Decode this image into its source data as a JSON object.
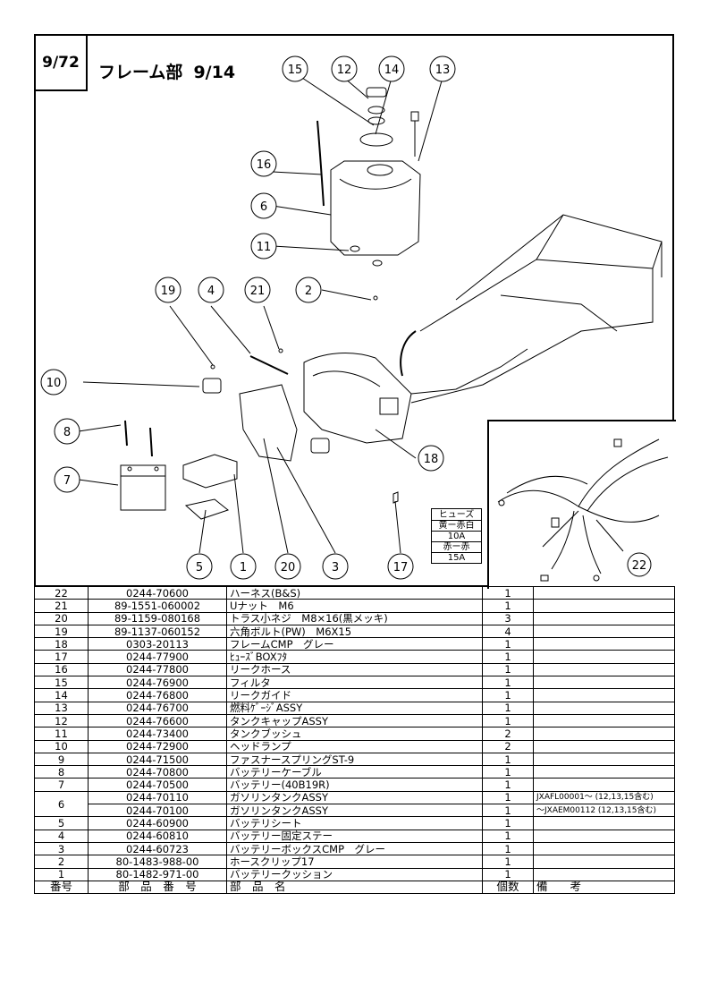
{
  "header": {
    "page": "9/72",
    "title": "フレーム部",
    "subtitle": "9/14"
  },
  "callouts": [
    "15",
    "12",
    "14",
    "13",
    "16",
    "6",
    "11",
    "19",
    "4",
    "21",
    "2",
    "10",
    "8",
    "7",
    "18",
    "5",
    "1",
    "20",
    "3",
    "17",
    "22"
  ],
  "fuse": {
    "heading": "ヒューズ",
    "rows": [
      "黄ー赤白",
      "10A",
      "赤ー赤",
      "15A"
    ]
  },
  "table": {
    "headers": {
      "no": "番号",
      "part_no": "部　品　番　号",
      "name": "部　品　名",
      "qty": "個数",
      "remarks": "備　　考"
    },
    "rows": [
      {
        "no": "22",
        "part_no": "0244-70600",
        "name": "ハーネス(B&S)",
        "qty": "1",
        "remarks": ""
      },
      {
        "no": "21",
        "part_no": "89-1551-060002",
        "name": "Uナット　M6",
        "qty": "1",
        "remarks": ""
      },
      {
        "no": "20",
        "part_no": "89-1159-080168",
        "name": "トラス小ネジ　M8×16(黒メッキ)",
        "qty": "3",
        "remarks": ""
      },
      {
        "no": "19",
        "part_no": "89-1137-060152",
        "name": "六角ボルト(PW)　M6X15",
        "qty": "4",
        "remarks": ""
      },
      {
        "no": "18",
        "part_no": "0303-20113",
        "name": "フレームCMP　グレー",
        "qty": "1",
        "remarks": ""
      },
      {
        "no": "17",
        "part_no": "0244-77900",
        "name": "ﾋｭｰｽﾞBOXﾌﾀ",
        "qty": "1",
        "remarks": ""
      },
      {
        "no": "16",
        "part_no": "0244-77800",
        "name": "リークホース",
        "qty": "1",
        "remarks": ""
      },
      {
        "no": "15",
        "part_no": "0244-76900",
        "name": "フィルタ",
        "qty": "1",
        "remarks": ""
      },
      {
        "no": "14",
        "part_no": "0244-76800",
        "name": "リークガイド",
        "qty": "1",
        "remarks": ""
      },
      {
        "no": "13",
        "part_no": "0244-76700",
        "name": "燃料ｹﾞｰｼﾞASSY",
        "qty": "1",
        "remarks": ""
      },
      {
        "no": "12",
        "part_no": "0244-76600",
        "name": "タンクキャップASSY",
        "qty": "1",
        "remarks": ""
      },
      {
        "no": "11",
        "part_no": "0244-73400",
        "name": "タンクブッシュ",
        "qty": "2",
        "remarks": ""
      },
      {
        "no": "10",
        "part_no": "0244-72900",
        "name": "ヘッドランプ",
        "qty": "2",
        "remarks": ""
      },
      {
        "no": "9",
        "part_no": "0244-71500",
        "name": "ファスナースプリングST-9",
        "qty": "1",
        "remarks": ""
      },
      {
        "no": "8",
        "part_no": "0244-70800",
        "name": "バッテリーケーブル",
        "qty": "1",
        "remarks": ""
      },
      {
        "no": "7",
        "part_no": "0244-70500",
        "name": "バッテリー(40B19R)",
        "qty": "1",
        "remarks": ""
      },
      {
        "no": "6",
        "part_no": "0244-70110",
        "name": "ガソリンタンクASSY",
        "qty": "1",
        "remarks": "JXAFL00001～ (12,13,15含む)"
      },
      {
        "no": "",
        "part_no": "0244-70100",
        "name": "ガソリンタンクASSY",
        "qty": "1",
        "remarks": "～JXAEM00112 (12,13,15含む)"
      },
      {
        "no": "5",
        "part_no": "0244-60900",
        "name": "バッテリシート",
        "qty": "1",
        "remarks": ""
      },
      {
        "no": "4",
        "part_no": "0244-60810",
        "name": "バッテリー固定ステー",
        "qty": "1",
        "remarks": ""
      },
      {
        "no": "3",
        "part_no": "0244-60723",
        "name": "バッテリーボックスCMP　グレー",
        "qty": "1",
        "remarks": ""
      },
      {
        "no": "2",
        "part_no": "80-1483-988-00",
        "name": "ホースクリップ17",
        "qty": "1",
        "remarks": ""
      },
      {
        "no": "1",
        "part_no": "80-1482-971-00",
        "name": "バッテリークッション",
        "qty": "1",
        "remarks": ""
      }
    ]
  }
}
